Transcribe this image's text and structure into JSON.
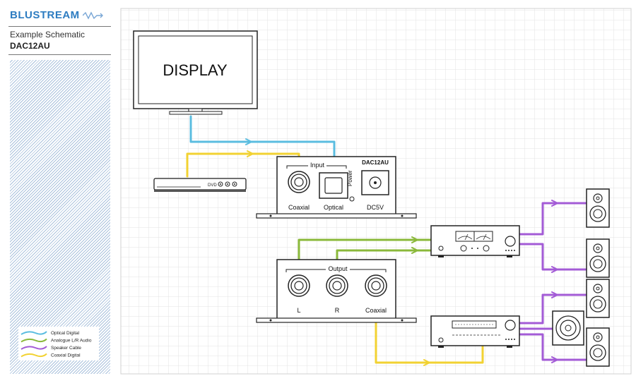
{
  "sidebar": {
    "brand_part1": "BLUSTREA",
    "brand_part2": "M",
    "subtitle": "Example Schematic",
    "model": "DAC12AU"
  },
  "display": {
    "label": "DISPLAY"
  },
  "unit_top": {
    "input_label": "Input",
    "model_label": "DAC12AU",
    "coaxial_label": "Coaxial",
    "optical_label": "Optical",
    "dc_label": "DC5V",
    "power_label": "Power"
  },
  "unit_bottom": {
    "output_label": "Output",
    "left_label": "L",
    "right_label": "R",
    "coaxial_label": "Coaxial"
  },
  "player": {
    "badge": "DVD"
  },
  "legend": {
    "items": [
      {
        "label": "Optical Digital",
        "color": "#5bbde0"
      },
      {
        "label": "Analogue L/R Audio",
        "color": "#8ab83a"
      },
      {
        "label": "Speaker Cable",
        "color": "#a35bd6"
      },
      {
        "label": "Coaxial Digital",
        "color": "#f2d232"
      }
    ]
  },
  "colors": {
    "optical": "#5bbde0",
    "analogue": "#8ab83a",
    "speaker": "#a35bd6",
    "coaxial": "#f2d232",
    "brand": "#2d7cc1"
  }
}
